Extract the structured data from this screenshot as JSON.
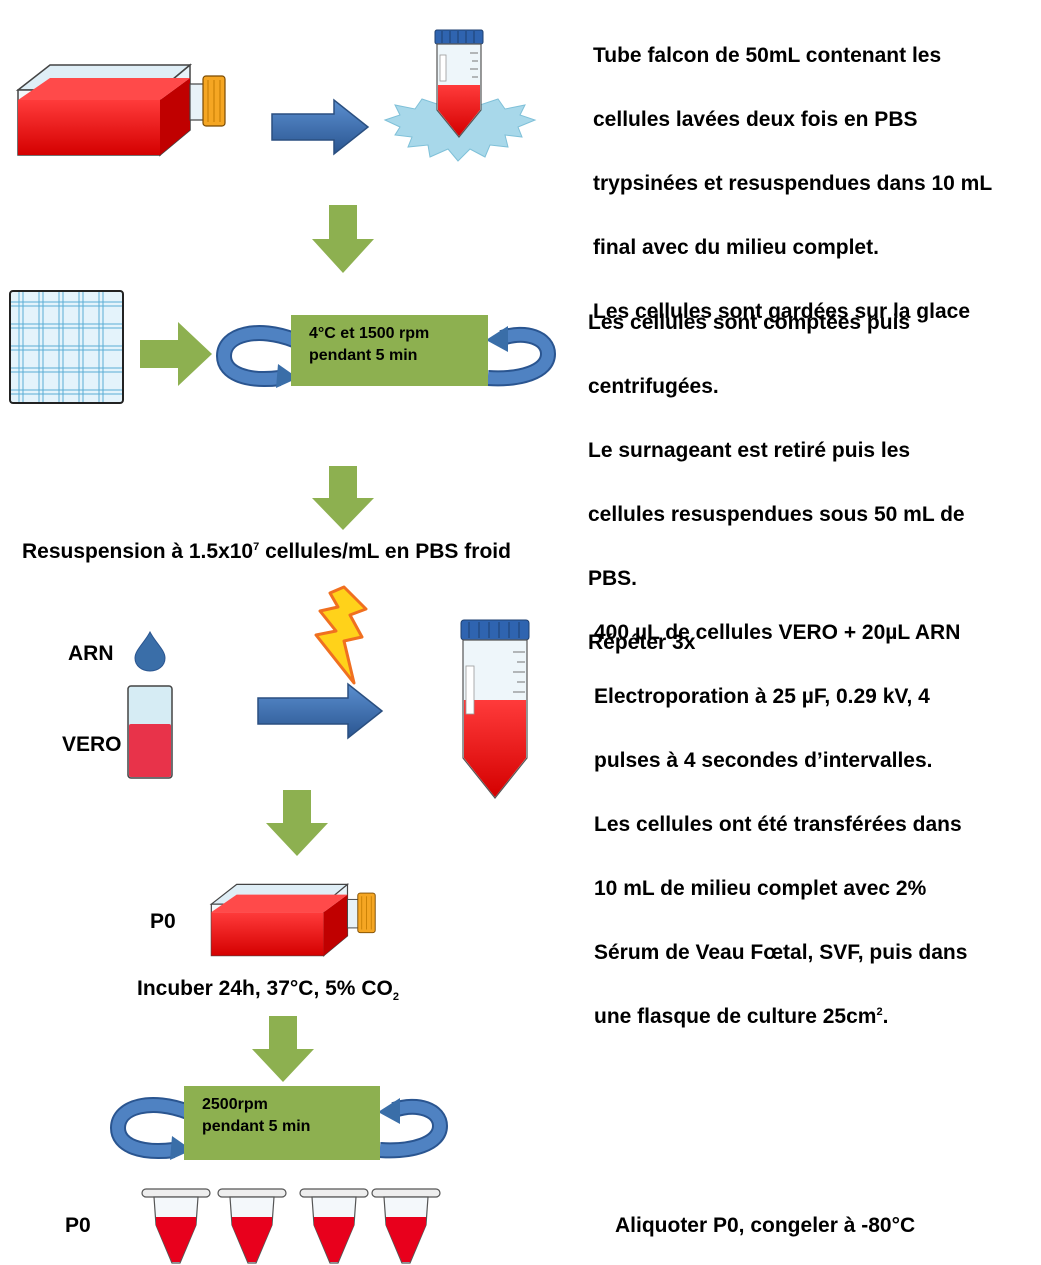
{
  "step1": {
    "lines": [
      "Tube falcon de 50mL contenant les",
      "cellules lavées deux fois en PBS",
      "trypsinées et resuspendues dans 10 mL",
      "final avec du milieu complet.",
      "Les cellules sont gardées sur la glace"
    ]
  },
  "step2": {
    "box_line1": "4°C et 1500 rpm",
    "box_line2": "pendant 5 min",
    "lines": [
      "Les cellules sont comptées puis",
      "centrifugées.",
      "Le surnageant  est retiré puis les",
      "cellules resuspendues sous 50 mL de",
      "PBS.",
      "Répéter 3x"
    ]
  },
  "resuspension": {
    "prefix": "Resuspension à 1.5x10",
    "exponent": "7",
    "suffix": " cellules/mL en PBS froid"
  },
  "step3": {
    "arn_label": "ARN",
    "vero_label": "VERO",
    "lines": [
      "400 µL de cellules VERO + 20µL ARN",
      "Electroporation à 25 µF, 0.29 kV, 4",
      "pulses à 4 secondes d’intervalles.",
      "Les cellules ont été transférées dans",
      "10 mL de milieu complet avec 2%",
      "Sérum de Veau Fœtal, SVF, puis dans"
    ],
    "last_line_prefix": "une flasque de culture 25cm",
    "last_line_sup": "2",
    "last_line_suffix": "."
  },
  "step4": {
    "p0_label": "P0",
    "incubate_prefix": "Incuber 24h, 37°C, 5% CO",
    "incubate_sub": "2"
  },
  "step5": {
    "box_line1": "2500rpm",
    "box_line2": "pendant 5 min",
    "p0_label": "P0",
    "final_text": "Aliquoter P0, congeler à -80°C"
  },
  "colors": {
    "green_arrow": "#8db050",
    "blue_arrow": "#3a6ea8",
    "culture_red": "#ff2a2a",
    "ice_blue": "#a8d8ea",
    "cap_orange": "#f5a623",
    "tube_cap_blue": "#2f64b0"
  }
}
